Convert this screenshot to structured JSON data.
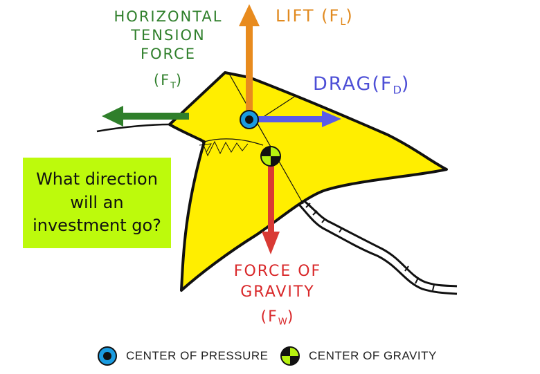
{
  "labels": {
    "tension": {
      "lines": [
        "HORIZONTAL",
        "TENSION",
        "FORCE"
      ],
      "symbol": "F",
      "subscript": "T"
    },
    "lift": {
      "text": "LIFT",
      "symbol": "F",
      "subscript": "L"
    },
    "drag": {
      "text": "DRAG",
      "symbol": "F",
      "subscript": "D"
    },
    "gravity": {
      "lines": [
        "FORCE OF",
        "GRAVITY"
      ],
      "symbol": "F",
      "subscript": "W"
    }
  },
  "question": {
    "lines": [
      "What direction",
      "will an",
      "investment go?"
    ]
  },
  "legend": {
    "center_of_pressure": "CENTER OF PRESSURE",
    "center_of_gravity": "CENTER OF GRAVITY"
  },
  "colors": {
    "kite_fill": "#ffee00",
    "lift": "#e88b1e",
    "drag": "#5b5be8",
    "tension": "#2f7f2b",
    "gravity": "#d93a34",
    "pressure_ring": "#1a9be0",
    "gravity_marker": "#b6f20f",
    "question_bg": "#bdfa0c"
  },
  "icons": {
    "center_of_pressure": "pressure-target-icon",
    "center_of_gravity": "gravity-checker-icon"
  }
}
